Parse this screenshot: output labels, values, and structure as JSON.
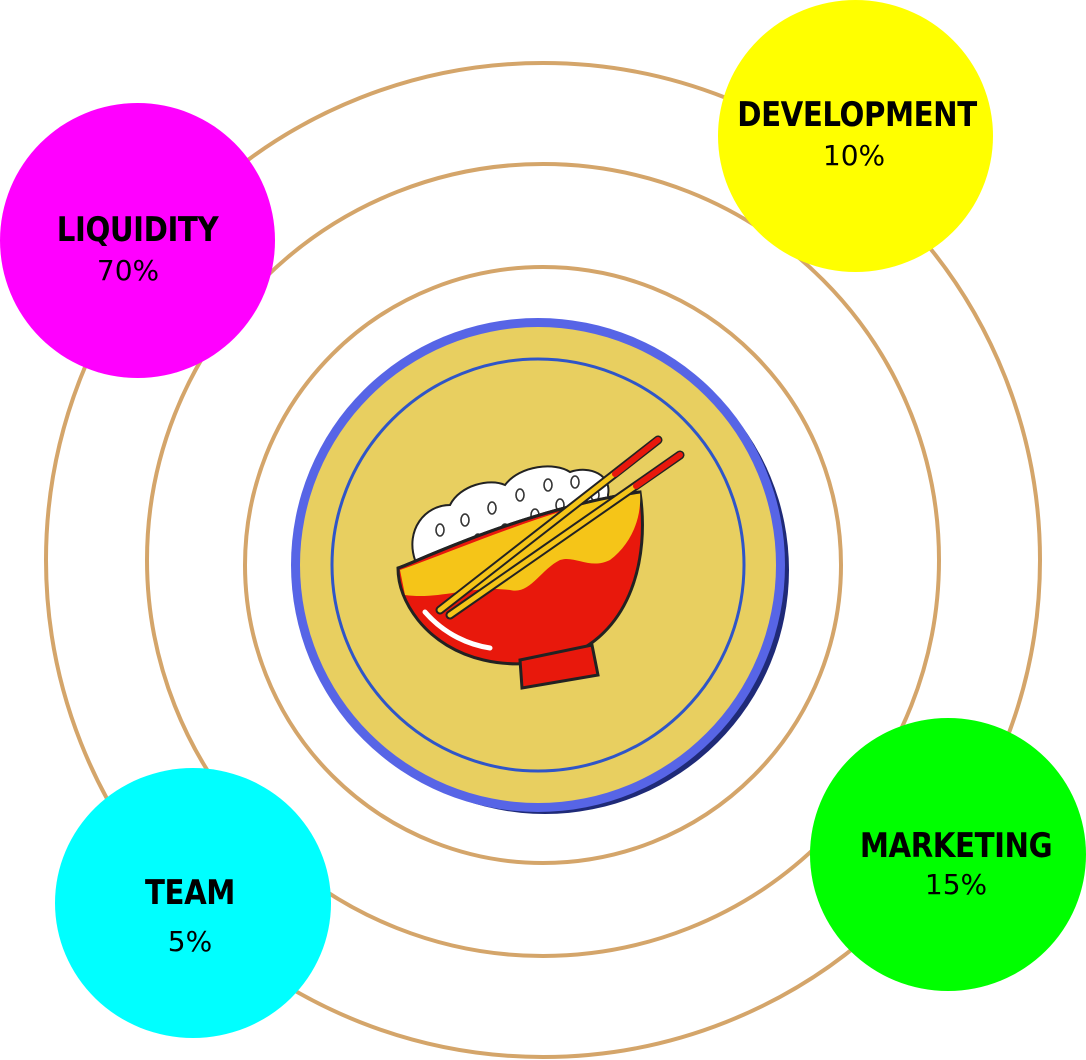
{
  "allocations": [
    {
      "name": "LIQUIDITY",
      "percent": "70%",
      "color": "#ff00ff"
    },
    {
      "name": "DEVELOPMENT",
      "percent": "10%",
      "color": "#ffff00"
    },
    {
      "name": "MARKETING",
      "percent": "15%",
      "color": "#00ff00"
    },
    {
      "name": "TEAM",
      "percent": "5%",
      "color": "#00ffff"
    }
  ],
  "colors": {
    "ring": "#d4a56a",
    "coin_face": "#e8cf60",
    "coin_edge": "#5765e6",
    "coin_shadow": "#1f2a78",
    "bowl_red": "#e8180c",
    "bowl_yellow": "#f5c518"
  },
  "center_icon": "rice-bowl-with-chopsticks-icon"
}
